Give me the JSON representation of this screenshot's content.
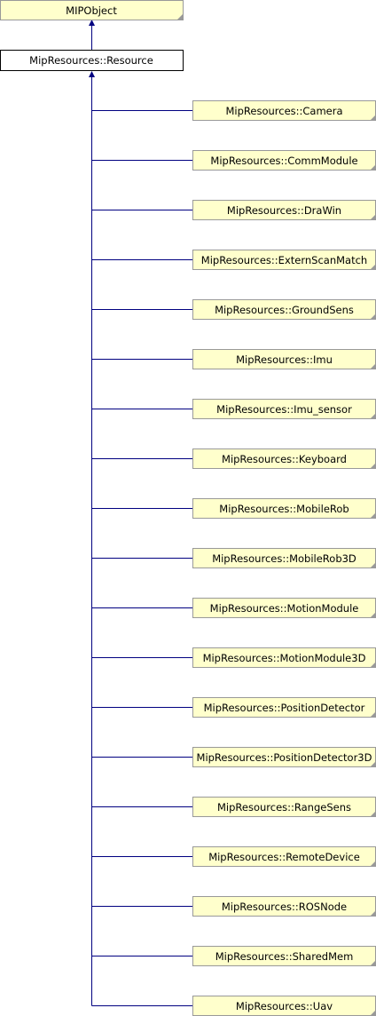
{
  "diagram": {
    "root": {
      "label": "MIPObject"
    },
    "base": {
      "label": "MipResources::Resource"
    },
    "derived": [
      {
        "label": "MipResources::Camera"
      },
      {
        "label": "MipResources::CommModule"
      },
      {
        "label": "MipResources::DraWin"
      },
      {
        "label": "MipResources::ExternScanMatch"
      },
      {
        "label": "MipResources::GroundSens"
      },
      {
        "label": "MipResources::Imu"
      },
      {
        "label": "MipResources::Imu_sensor"
      },
      {
        "label": "MipResources::Keyboard"
      },
      {
        "label": "MipResources::MobileRob"
      },
      {
        "label": "MipResources::MobileRob3D"
      },
      {
        "label": "MipResources::MotionModule"
      },
      {
        "label": "MipResources::MotionModule3D"
      },
      {
        "label": "MipResources::PositionDetector"
      },
      {
        "label": "MipResources::PositionDetector3D"
      },
      {
        "label": "MipResources::RangeSens"
      },
      {
        "label": "MipResources::RemoteDevice"
      },
      {
        "label": "MipResources::ROSNode"
      },
      {
        "label": "MipResources::SharedMem"
      },
      {
        "label": "MipResources::Uav"
      }
    ],
    "colors": {
      "node_fill": "#ffffcc",
      "node_border": "#999999",
      "base_fill": "#ffffff",
      "base_border": "#000000",
      "edge": "#000080"
    }
  }
}
